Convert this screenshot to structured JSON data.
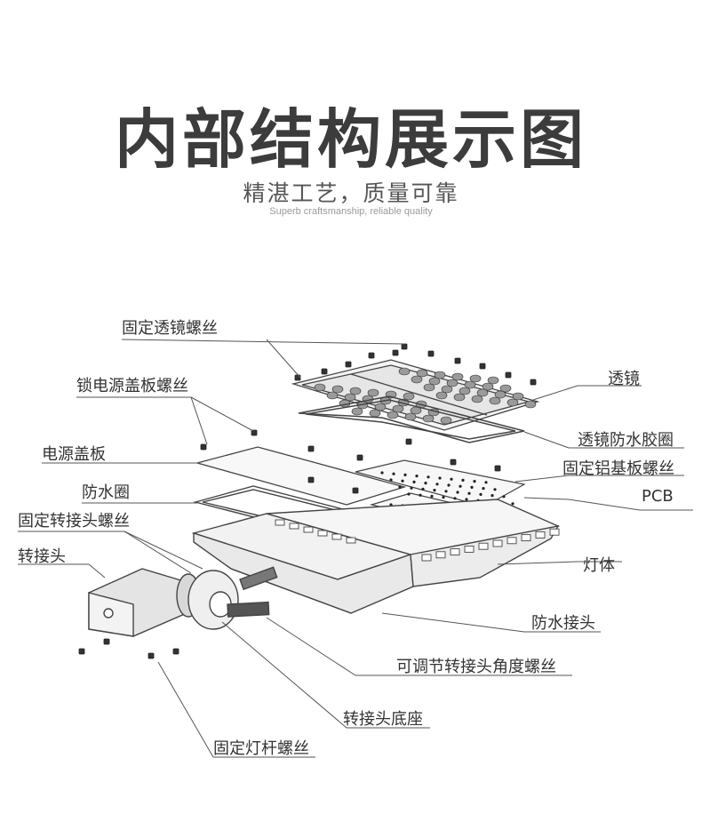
{
  "header": {
    "title": "内部结构展示图",
    "subtitle": "精湛工艺，质量可靠",
    "subtitle_en": "Superb craftsmanship, reliable quality"
  },
  "labels": {
    "lens_screw": "固定透镜螺丝",
    "lens": "透镜",
    "power_cover_screw": "锁电源盖板螺丝",
    "lens_gasket": "透镜防水胶圈",
    "power_cover": "电源盖板",
    "aluminum_board_screw": "固定铝基板螺丝",
    "waterproof_ring": "防水圈",
    "pcb": "PCB",
    "adapter_screw": "固定转接头螺丝",
    "adapter": "转接头",
    "lamp_body": "灯体",
    "waterproof_connector": "防水接头",
    "angle_screw": "可调节转接头角度螺丝",
    "adapter_base": "转接头底座",
    "pole_screw": "固定灯杆螺丝"
  },
  "colors": {
    "line": "#555555",
    "text": "#333333",
    "title": "#3c3c3c"
  }
}
